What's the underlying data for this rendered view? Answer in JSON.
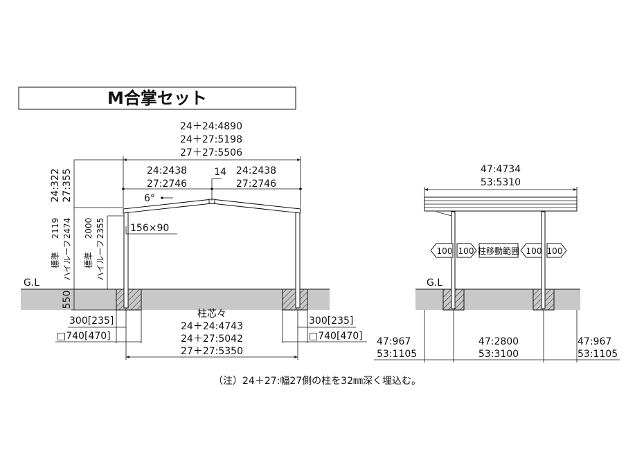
{
  "title": "M合掌セット",
  "front": {
    "overall_w": [
      "24＋24:4890",
      "24＋27:5198",
      "27＋27:5506"
    ],
    "half_left": [
      "24:2438",
      "27:2746"
    ],
    "half_right": [
      "24:2438",
      "27:2746"
    ],
    "ridge_gap": "14",
    "slope": "6°",
    "beam": "156×90",
    "roof_h": [
      "24:322",
      "27:355"
    ],
    "std_h1": "2119",
    "high_h1": "2474",
    "std_h2": "2000",
    "high_h2": "2355",
    "std_label": "標準",
    "high_label": "ハイルーフ",
    "gl": "G.L",
    "embed": "550",
    "post_center_title": "柱芯々",
    "post_center": [
      "24＋24:4743",
      "24＋27:5042",
      "27＋27:5350"
    ],
    "found_left": [
      "300[235]",
      "□740[470]"
    ],
    "found_right": [
      "300[235]",
      "□740[470]"
    ]
  },
  "side": {
    "overall_w": [
      "47:4734",
      "53:5310"
    ],
    "move_left": "100",
    "move_label": "柱移動範囲",
    "move_right": "100",
    "gl": "G.L",
    "left_dim": [
      "47:967",
      "53:1105"
    ],
    "mid_dim": [
      "47:2800",
      "53:3100"
    ],
    "right_dim": [
      "47:967",
      "53:1105"
    ]
  },
  "note": "（注）24＋27:幅27側の柱を32㎜深く埋込む。"
}
